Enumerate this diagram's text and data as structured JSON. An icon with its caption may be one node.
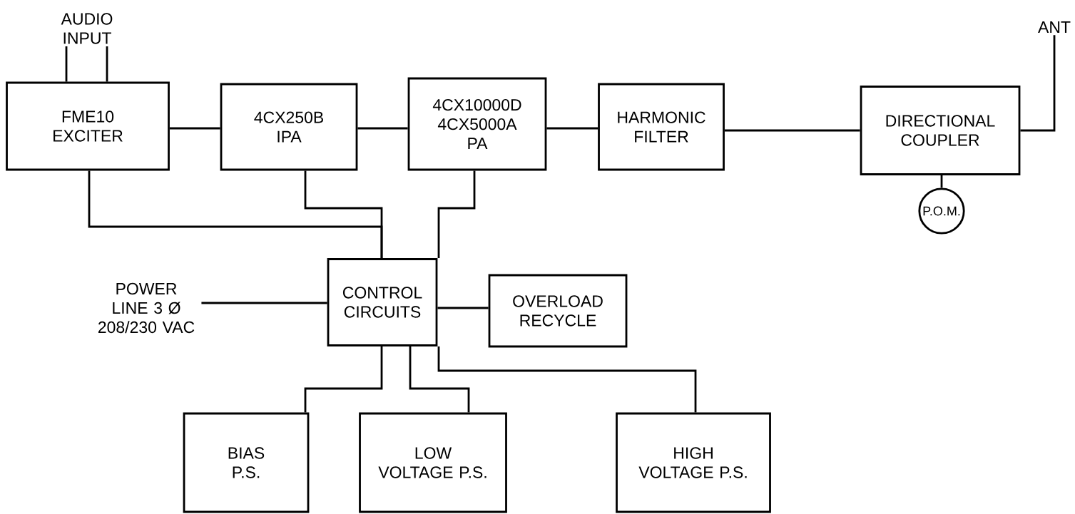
{
  "diagram": {
    "nodes": [
      {
        "text": [
          "AUDIO INPUT"
        ]
      },
      {
        "text": [
          "FME10 EXCITER"
        ]
      },
      {
        "text": [
          "4CX250B IPA"
        ]
      },
      {
        "text": [
          "4CX10000D 4CX5000A PA"
        ]
      },
      {
        "text": [
          "HARMONIC FILTER"
        ]
      },
      {
        "text": [
          "DIRECTIONAL COUPLER"
        ]
      },
      {
        "text": [
          "ANT"
        ]
      },
      {
        "text": [
          "P.O.M."
        ]
      },
      {
        "text": [
          "POWER LINE 3 Ø 208/230 VAC"
        ]
      },
      {
        "text": [
          "CONTROL CIRCUITS"
        ]
      },
      {
        "text": [
          "OVERLOAD RECYCLE"
        ]
      },
      {
        "text": [
          "BIAS P.S."
        ]
      },
      {
        "text": [
          "LOW VOLTAGE P.S."
        ]
      },
      {
        "text": [
          "HIGH VOLTAGE P.S."
        ]
      }
    ],
    "edges": [
      {
        "from": 0,
        "to": 1,
        "arrow": "none"
      },
      {
        "from": 0,
        "to": 1,
        "arrow": "none"
      },
      {
        "from": 1,
        "to": 2,
        "arrow": "none"
      },
      {
        "from": 2,
        "to": 3,
        "arrow": "none"
      },
      {
        "from": 3,
        "to": 4,
        "arrow": "none"
      },
      {
        "from": 4,
        "to": 5,
        "arrow": "none"
      },
      {
        "from": 5,
        "to": 6,
        "arrow": "none"
      },
      {
        "from": 5,
        "to": 7,
        "arrow": "none"
      },
      {
        "from": 1,
        "to": 9,
        "arrow": "none"
      },
      {
        "from": 2,
        "to": 9,
        "arrow": "none"
      },
      {
        "from": 3,
        "to": 9,
        "arrow": "none"
      },
      {
        "from": 8,
        "to": 9,
        "arrow": "none"
      },
      {
        "from": 9,
        "to": 10,
        "arrow": "none"
      },
      {
        "from": 9,
        "to": 11,
        "arrow": "none"
      },
      {
        "from": 9,
        "to": 12,
        "arrow": "none"
      },
      {
        "from": 9,
        "to": 13,
        "arrow": "none"
      }
    ]
  }
}
